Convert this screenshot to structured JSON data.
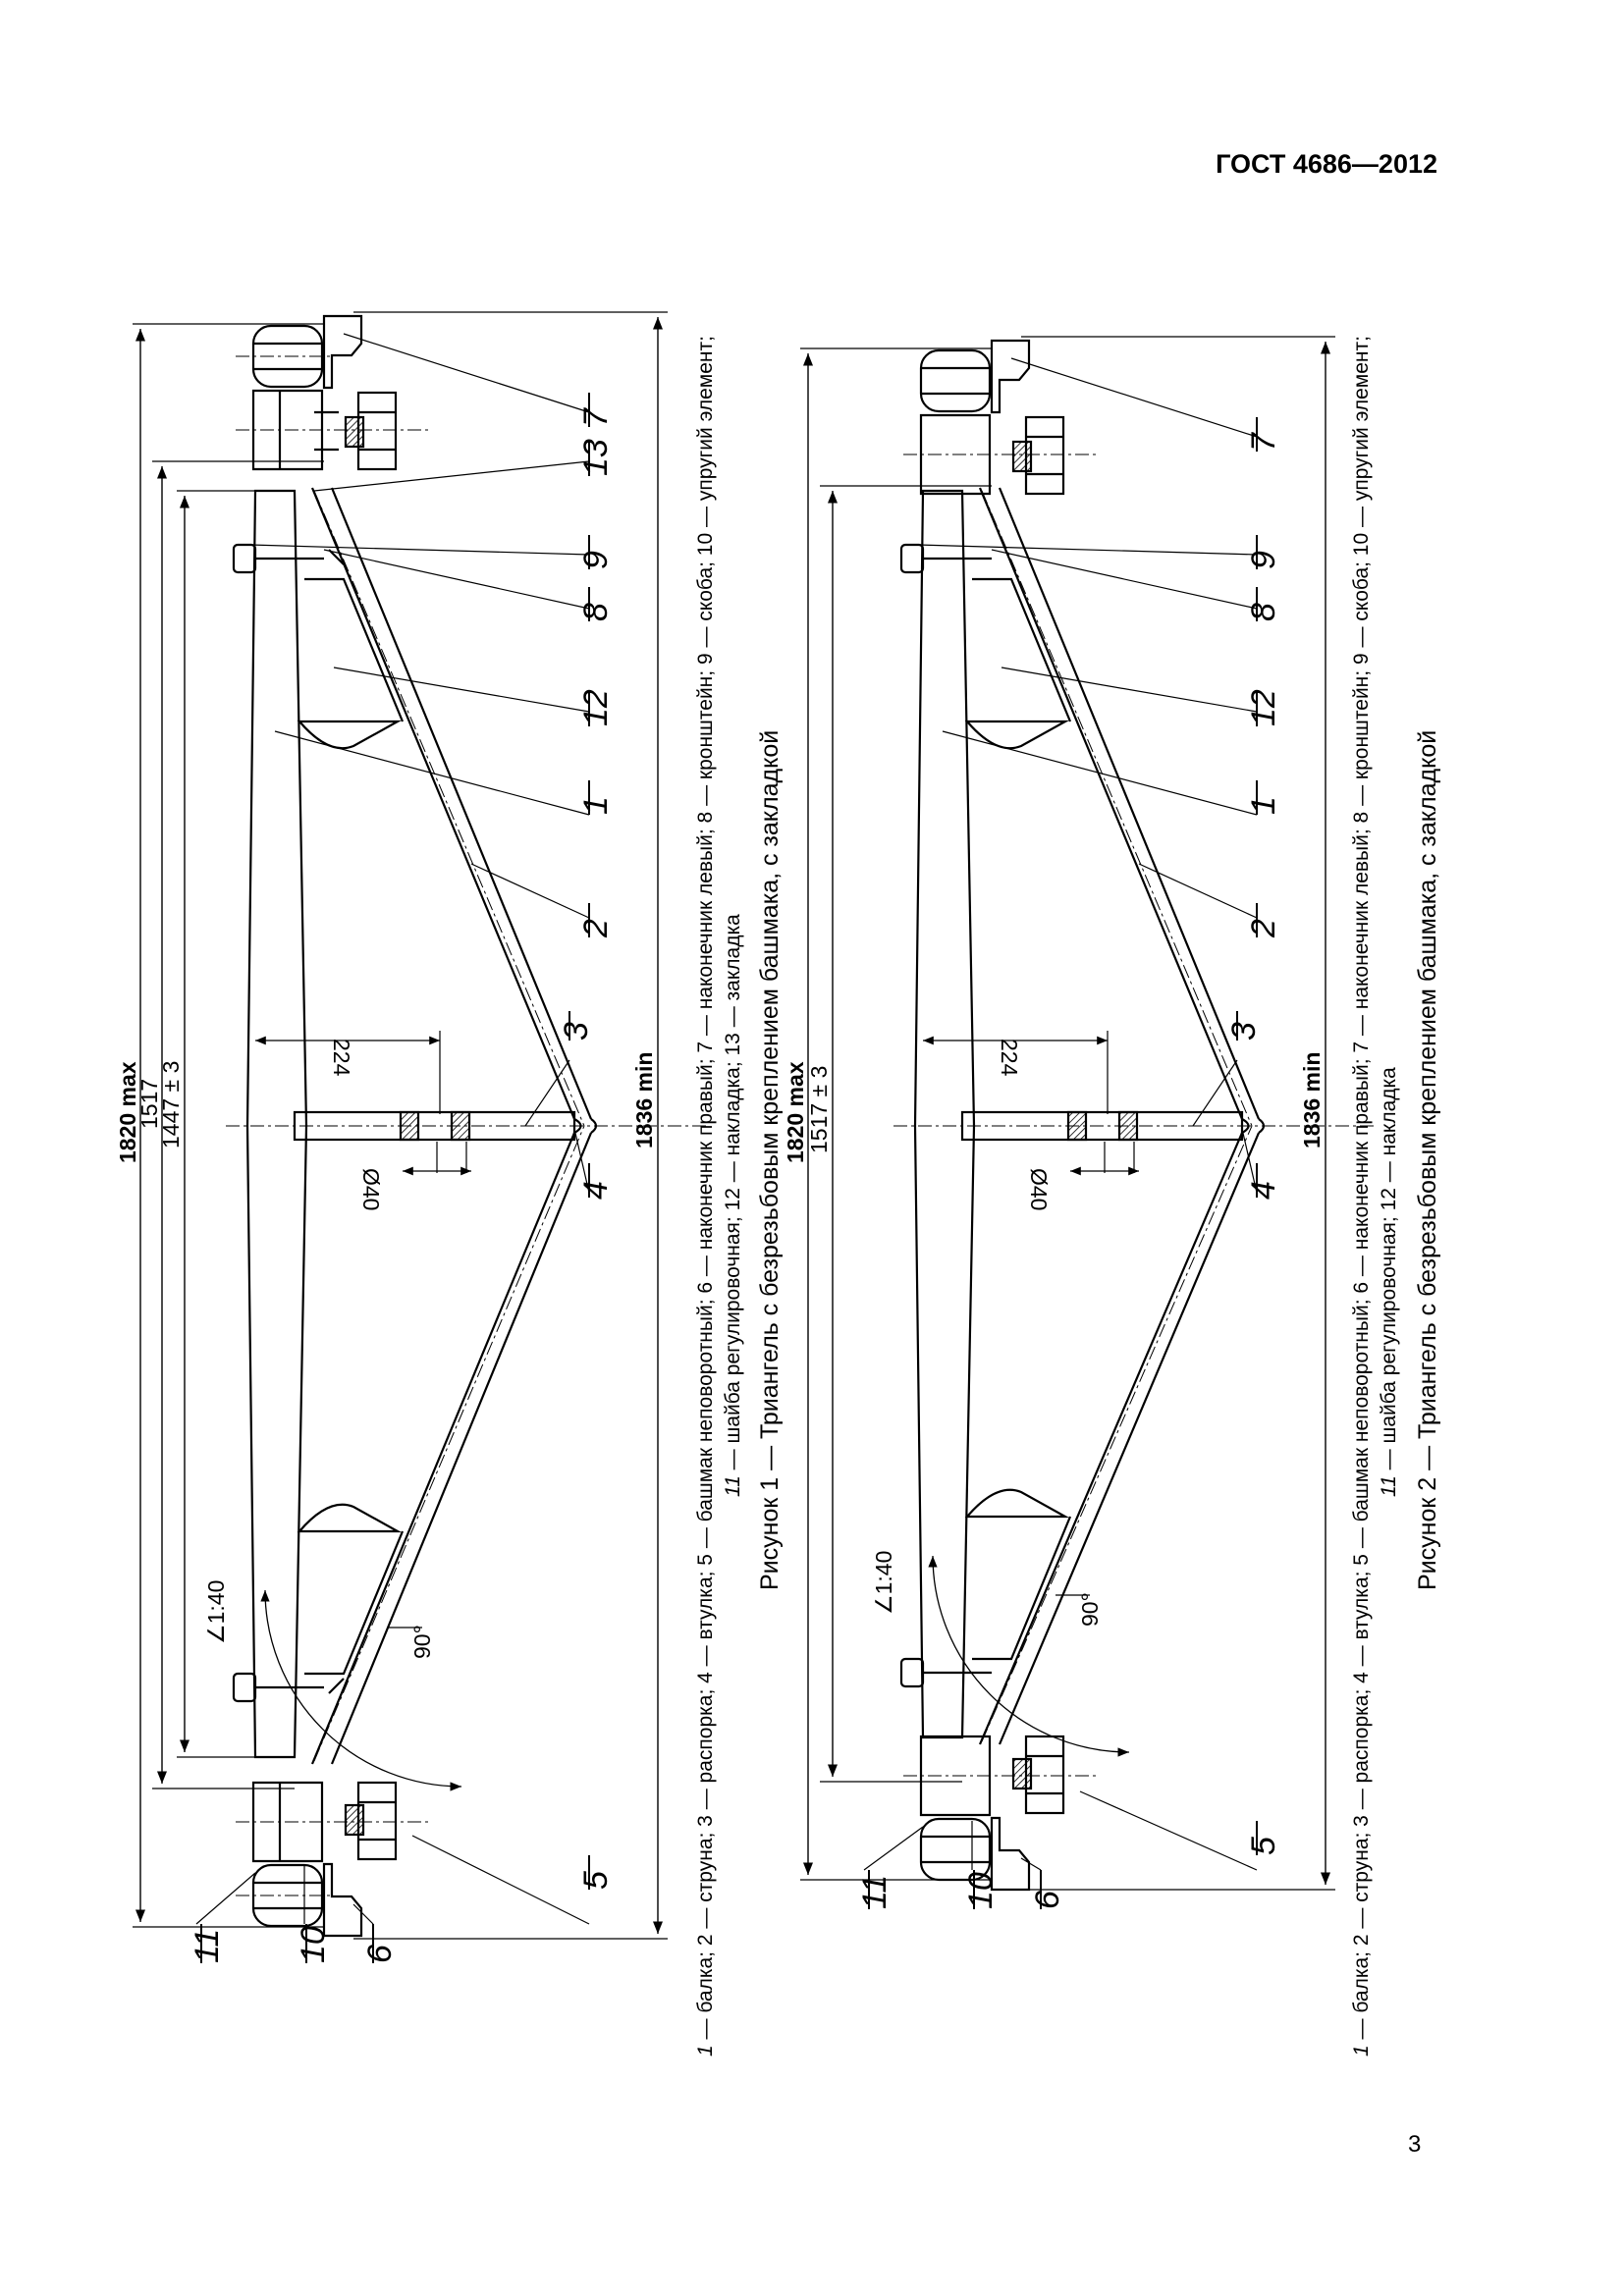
{
  "header": {
    "doc_id": "ГОСТ 4686—2012"
  },
  "page_number": "3",
  "figures": [
    {
      "caption": "Рисунок 1 — Триангель с безрезьбовым креплением башмака, с закладкой",
      "legend_line1": [
        "1",
        " — балка; 2 — струна; 3 — распорка; 4 — втулка; 5 — башмак неповоротный; 6 — наконечник правый; 7 — наконечник левый; 8 — кронштейн; 9 — скоба; 10 — упругий элемент;"
      ],
      "legend_line2": [
        "11",
        " — шайба регулировочная; 12 — накладка; 13 — закладка"
      ],
      "dims": {
        "overall": "1820 max",
        "d1517": "1517",
        "d1447": "1447 ± 3",
        "dmin": "1836 min",
        "d224": "224",
        "dia": "Ø40",
        "slope": "∠1:40",
        "angle": "90°"
      },
      "callouts": [
        "11",
        "10",
        "6",
        "5",
        "4",
        "3",
        "2",
        "1",
        "12",
        "8",
        "9",
        "13",
        "7"
      ]
    },
    {
      "caption": "Рисунок 2 — Триангель с безрезьбовым креплением башмака, с закладкой",
      "legend_line1": [
        "1",
        " — балка; 2 — струна; 3 — распорка; 4 — втулка; 5 — башмак неповоротный; 6 — наконечник правый; 7 — наконечник левый; 8 — кронштейн; 9 — скоба; 10 — упругий элемент;"
      ],
      "legend_line2": [
        "11",
        " — шайба регулировочная; 12 — накладка"
      ],
      "dims": {
        "overall": "1820 max",
        "d1517": "1517 ± 3",
        "dmin": "1836 min",
        "d224": "224",
        "dia": "Ø40",
        "slope": "∠1:40",
        "angle": "90°"
      },
      "callouts": [
        "11",
        "10",
        "6",
        "5",
        "4",
        "3",
        "2",
        "1",
        "12",
        "8",
        "9",
        "7"
      ]
    }
  ]
}
